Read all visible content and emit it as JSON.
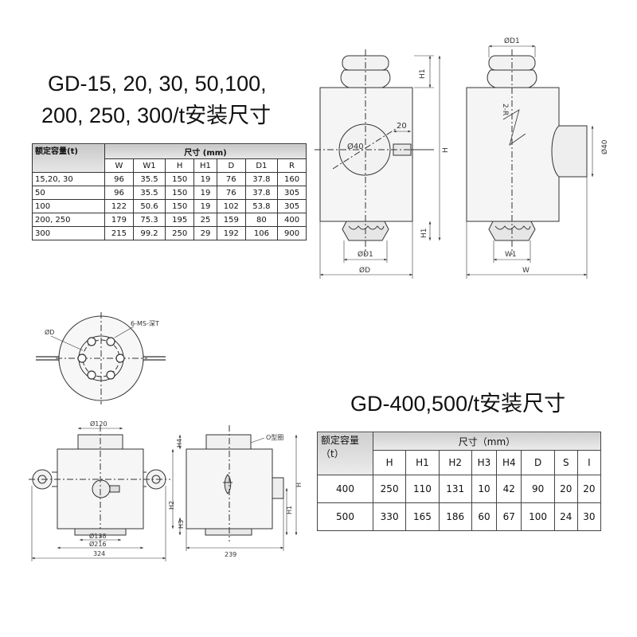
{
  "title1_line1": "GD-15, 20, 30, 50,100,",
  "title1_line2": "200, 250, 300/t安装尺寸",
  "title2": "GD-400,500/t安装尺寸",
  "table1": {
    "capacity_header": "额定容量(t)",
    "dims_header": "尺寸 (mm)",
    "columns": [
      "W",
      "W1",
      "H",
      "H1",
      "D",
      "D1",
      "R"
    ],
    "rows": [
      {
        "cap": "15,20, 30",
        "vals": [
          "96",
          "35.5",
          "150",
          "19",
          "76",
          "37.8",
          "160"
        ]
      },
      {
        "cap": "50",
        "vals": [
          "96",
          "35.5",
          "150",
          "19",
          "76",
          "37.8",
          "305"
        ]
      },
      {
        "cap": "100",
        "vals": [
          "122",
          "50.6",
          "150",
          "19",
          "102",
          "53.8",
          "305"
        ]
      },
      {
        "cap": "200, 250",
        "vals": [
          "179",
          "75.3",
          "195",
          "25",
          "159",
          "80",
          "400"
        ]
      },
      {
        "cap": "300",
        "vals": [
          "215",
          "99.2",
          "250",
          "29",
          "192",
          "106",
          "900"
        ]
      }
    ]
  },
  "table2": {
    "capacity_header": "额定容量（t）",
    "dims_header": "尺寸（mm）",
    "columns": [
      "H",
      "H1",
      "H2",
      "H3",
      "H4",
      "D",
      "S",
      "I"
    ],
    "rows": [
      {
        "cap": "400",
        "vals": [
          "250",
          "110",
          "131",
          "10",
          "42",
          "90",
          "20",
          "20"
        ]
      },
      {
        "cap": "500",
        "vals": [
          "330",
          "165",
          "186",
          "60",
          "67",
          "100",
          "24",
          "30"
        ]
      }
    ]
  },
  "front_view": {
    "d1_top": "H1",
    "d1_bottom": "H1",
    "h": "H",
    "hole": "Ø40",
    "pin": "20",
    "od1": "ØD1",
    "od": "ØD"
  },
  "side_view": {
    "od1_top": "ØD1",
    "radius": "2-R",
    "hole": "Ø40",
    "w1": "W1",
    "w": "W"
  },
  "plan_view": {
    "od": "ØD",
    "holes": "6-MS-深T"
  },
  "large_front": {
    "top_dia": "Ø120",
    "d138": "Ø138",
    "d216": "Ø216",
    "width": "324",
    "h2": "H2",
    "h3": "H3"
  },
  "large_side": {
    "h4": "H4",
    "oring": "O型圈",
    "h": "H",
    "h1": "H1",
    "width": "239"
  }
}
